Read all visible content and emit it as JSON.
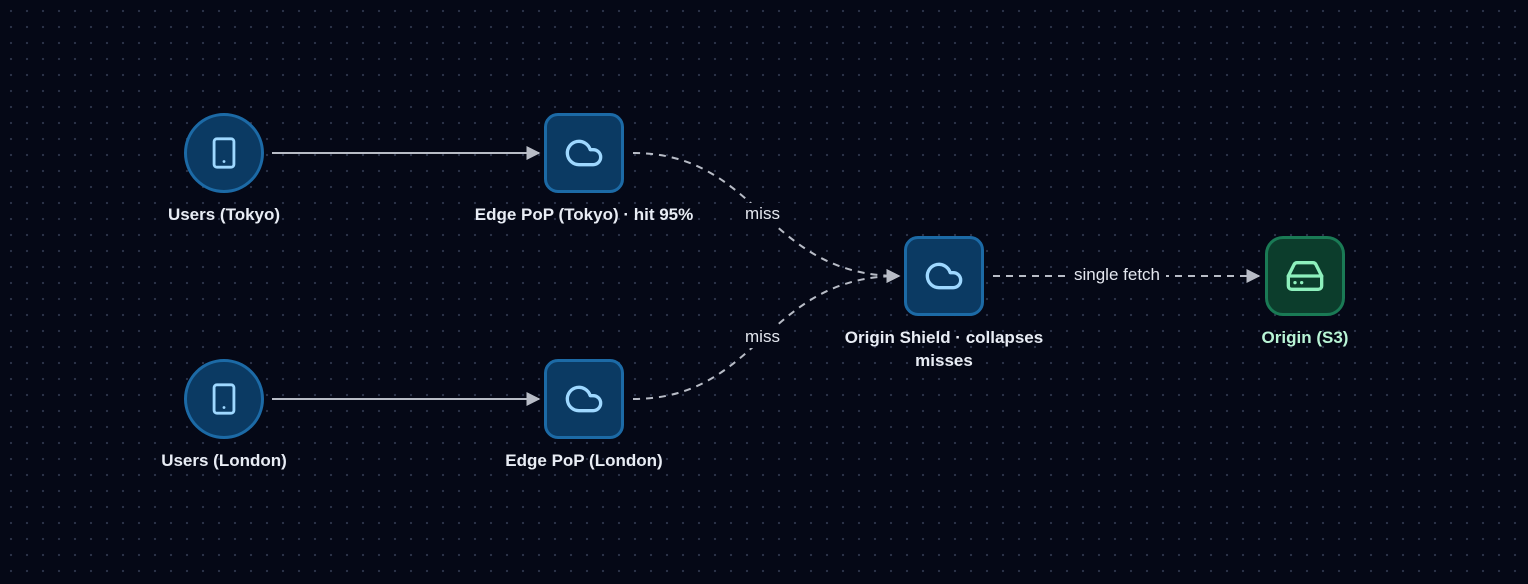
{
  "nodes": {
    "users_tokyo": {
      "label": "Users (Tokyo)",
      "icon": "smartphone-icon"
    },
    "edge_tokyo": {
      "label": "Edge PoP (Tokyo) · hit 95%",
      "icon": "cloud-icon"
    },
    "users_london": {
      "label": "Users (London)",
      "icon": "smartphone-icon"
    },
    "edge_london": {
      "label": "Edge PoP (London)",
      "icon": "cloud-icon"
    },
    "origin_shield": {
      "label": "Origin Shield · collapses misses",
      "icon": "cloud-icon"
    },
    "origin": {
      "label": "Origin (S3)",
      "icon": "storage-drive-icon"
    }
  },
  "edges": {
    "tokyo_miss": "miss",
    "london_miss": "miss",
    "single_fetch": "single fetch"
  },
  "colors": {
    "background": "#050816",
    "node_fill": "#0b3a63",
    "node_border": "#1c6aa6",
    "icon_stroke": "#9fd8ff",
    "origin_fill": "#0c3d2c",
    "origin_border": "#1a7a55",
    "origin_icon": "#8ef0bd",
    "edge_stroke": "#b8bcc6"
  }
}
